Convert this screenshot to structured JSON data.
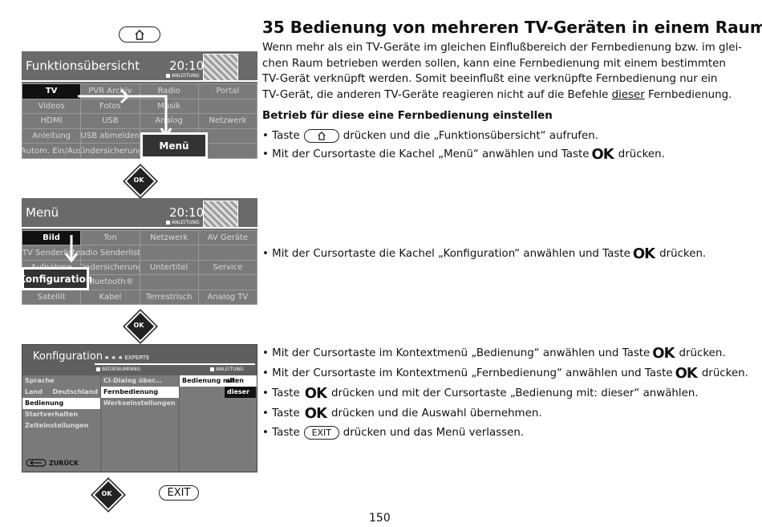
{
  "page": {
    "heading": "35 Bedienung von mehreren TV-Geräten in einem Raum",
    "intro_lines": [
      "Wenn mehr als ein TV-Geräte im gleichen Einflußbereich der Fernbedienung bzw. im glei-",
      "chen Raum betrieben werden sollen, kann eine Fernbedienung mit einem bestimmten",
      "TV-Gerät verknüpft werden. Somit beeinflußt eine verknüpfte Fernbedienung nur ein"
    ],
    "intro_last_a": "TV-Gerät, die anderen TV-Geräte reagieren nicht auf die Befehle ",
    "intro_last_u": "dieser",
    "intro_last_b": " Fernbedienung.",
    "subheading": "Betrieb für diese eine Fernbedienung einstellen",
    "page_number": "150"
  },
  "keys": {
    "ok": "OK",
    "exit": "EXIT",
    "ok_symbol": "OK"
  },
  "steps": {
    "s1a": "• Taste",
    "s1b": "drücken und die „Funktionsübersicht“ aufrufen.",
    "s2a": "• Mit der Cursortaste die Kachel „Menü“ anwählen und Taste",
    "s2b": "drücken.",
    "s3a": "• Mit der Cursortaste die Kachel „Konfiguration“ anwählen und Taste",
    "s3b": "drücken.",
    "s4a": "• Mit der Cursortaste im Kontextmenü „Bedienung“ anwählen und Taste",
    "s4b": "drücken.",
    "s5a": "• Mit der Cursortaste im Kontextmenü „Fernbedienung“ anwählen und Taste",
    "s5b": "drücken.",
    "s6a": "• Taste",
    "s6b": "drücken und mit der Cursortaste „Bedienung mit: dieser“ anwählen.",
    "s7a": "• Taste",
    "s7b": "drücken und die Auswahl übernehmen.",
    "s8a": "• Taste",
    "s8b": "drücken und das Menü verlassen."
  },
  "screen1": {
    "title": "Funktionsübersicht",
    "time": "20:10",
    "sub": "ANLEITUNG",
    "cells": [
      "TV",
      "PVR Archiv",
      "Radio",
      "Portal",
      "Videos",
      "Fotos",
      "Musik",
      "",
      "HDMI",
      "USB",
      "Analog",
      "Netzwerk",
      "Anleitung",
      "USB abmelden",
      "",
      "",
      "Autom. Ein/Aus",
      "Kindersicherung",
      "",
      ""
    ],
    "popup": "Menü"
  },
  "screen2": {
    "title": "Menü",
    "time": "20:10",
    "sub": "ANLEITUNG",
    "cells": [
      "Bild",
      "Ton",
      "Netzwerk",
      "AV Geräte",
      "TV Senderliste",
      "Radio Senderliste",
      "",
      "",
      "Aufnahme",
      "Kindersicherung",
      "Untertitel",
      "Service",
      "",
      "Bluetooth®",
      "",
      "",
      "Satellit",
      "Kabel",
      "Terrestrisch",
      "Analog TV"
    ],
    "popup": "Konfiguration"
  },
  "screen3": {
    "title": "Konfiguration",
    "badge": "★ ★ ★ EXPERTE",
    "sub_left": "BEDIENUMFANG",
    "sub_right": "ANLEITUNG",
    "col1": [
      "Sprache",
      "Land",
      "Bedienung",
      "Startverhalten",
      "Zeiteinstellungen"
    ],
    "col1_land_value": "Deutschland",
    "col2": [
      "CI-Dialog über...",
      "Fernbedienung",
      "Werkseinstellungen"
    ],
    "col3_label": "Bedienung mit:",
    "col3_opt1": "allen",
    "col3_opt2": "dieser",
    "back": "ZURÜCK"
  }
}
